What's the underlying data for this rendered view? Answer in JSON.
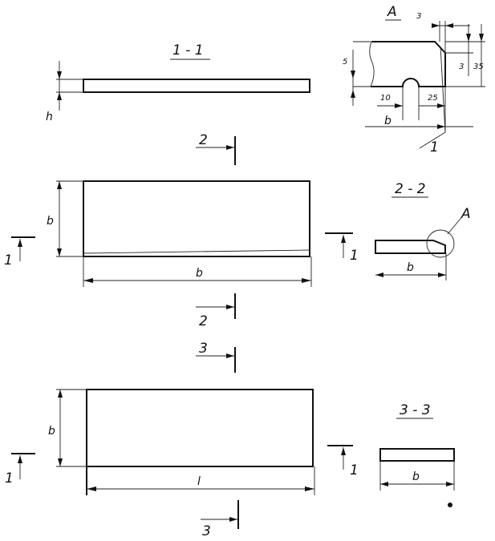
{
  "sections": {
    "s11": "1 - 1",
    "s22": "2 - 2",
    "s33": "3 - 3",
    "detailA": "A"
  },
  "markers": {
    "one": "1",
    "two": "2",
    "three": "3"
  },
  "dims": {
    "h": "h",
    "b": "b",
    "l": "l",
    "d3": "3",
    "d5": "5",
    "d10": "10",
    "d25": "25",
    "d35": "35"
  },
  "callout": {
    "A": "A",
    "one": "1"
  }
}
